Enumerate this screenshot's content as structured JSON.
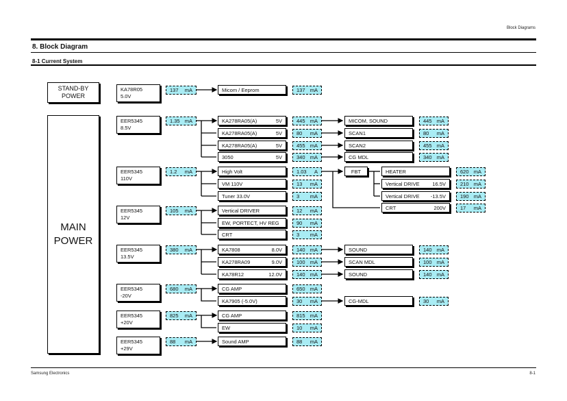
{
  "header": {
    "section": "Block Diagrams"
  },
  "title": "8. Block Diagram",
  "subtitle": "8-1  Current System",
  "footer": {
    "company": "Samsung Electronics",
    "page": "8-1"
  },
  "standby": {
    "line1": "STAND-BY",
    "line2": "POWER"
  },
  "main_power": {
    "line1": "MAIN",
    "line2": "POWER"
  },
  "sources": [
    {
      "name": "KA78R05",
      "volt": "5.0V",
      "current": {
        "v": "137",
        "u": "mA"
      }
    },
    {
      "name": "EER5345",
      "volt": "8.5V",
      "current": {
        "v": "1.35",
        "u": "mA"
      }
    },
    {
      "name": "EER5345",
      "volt": "110V",
      "current": {
        "v": "1.2",
        "u": "mA"
      }
    },
    {
      "name": "EER5345",
      "volt": "12V",
      "current": {
        "v": "105",
        "u": "mA"
      }
    },
    {
      "name": "EER5345",
      "volt": "13.5V",
      "current": {
        "v": "380",
        "u": "mA"
      }
    },
    {
      "name": "EER5345",
      "volt": "-20V",
      "current": {
        "v": "680",
        "u": "mA"
      }
    },
    {
      "name": "EER5345",
      "volt": "+20V",
      "current": {
        "v": "825",
        "u": "mA"
      }
    },
    {
      "name": "EER5345",
      "volt": "+29V",
      "current": {
        "v": "88",
        "u": "mA"
      }
    }
  ],
  "loads": [
    {
      "name": "Micom / Eeprom",
      "volt": "",
      "current": {
        "v": "137",
        "u": "mA"
      }
    },
    {
      "name": "KA278RA05(A)",
      "volt": "5V",
      "current": {
        "v": "445",
        "u": "mA"
      }
    },
    {
      "name": "KA278RA05(A)",
      "volt": "5V",
      "current": {
        "v": "80",
        "u": "mA"
      }
    },
    {
      "name": "KA278RA05(A)",
      "volt": "5V",
      "current": {
        "v": "455",
        "u": "mA"
      }
    },
    {
      "name": "3050",
      "volt": "5V",
      "current": {
        "v": "340",
        "u": "mA"
      }
    },
    {
      "name": "High Volt",
      "volt": "",
      "current": {
        "v": "1.03",
        "u": "A"
      }
    },
    {
      "name": "VM 110V",
      "volt": "",
      "current": {
        "v": "13",
        "u": "mA"
      }
    },
    {
      "name": "Tuner 33.0V",
      "volt": "",
      "current": {
        "v": "3",
        "u": "mA"
      }
    },
    {
      "name": "Vertical DRIVER",
      "volt": "",
      "current": {
        "v": "12",
        "u": "mA"
      }
    },
    {
      "name": "EW, PORTECT, HV REG",
      "volt": "",
      "current": {
        "v": "90",
        "u": "mA"
      }
    },
    {
      "name": "CRT",
      "volt": "",
      "current": {
        "v": "3",
        "u": "mA"
      }
    },
    {
      "name": "KA7808",
      "volt": "8.0V",
      "current": {
        "v": "140",
        "u": "mA"
      }
    },
    {
      "name": "KA278RA09",
      "volt": "9.0V",
      "current": {
        "v": "100",
        "u": "mA"
      }
    },
    {
      "name": "KA78R12",
      "volt": "12.0V",
      "current": {
        "v": "140",
        "u": "mA"
      }
    },
    {
      "name": "CG AMP",
      "volt": "",
      "current": {
        "v": "650",
        "u": "mA"
      }
    },
    {
      "name": "KA7905 (-5.0V)",
      "volt": "",
      "current": {
        "v": "30",
        "u": "mA"
      }
    },
    {
      "name": "CG AMP",
      "volt": "",
      "current": {
        "v": "815",
        "u": "mA"
      }
    },
    {
      "name": "EW",
      "volt": "",
      "current": {
        "v": "10",
        "u": "mA"
      }
    },
    {
      "name": "Sound AMP",
      "volt": "",
      "current": {
        "v": "88",
        "u": "mA"
      }
    }
  ],
  "outputs": [
    {
      "name": "MICOM, SOUND",
      "current": {
        "v": "445",
        "u": "mA"
      }
    },
    {
      "name": "SCAN1",
      "current": {
        "v": "80",
        "u": "mA"
      }
    },
    {
      "name": "SCAN2",
      "current": {
        "v": "455",
        "u": "mA"
      }
    },
    {
      "name": "CG MDL",
      "current": {
        "v": "340",
        "u": "mA"
      }
    },
    {
      "name": "SOUND",
      "current": {
        "v": "140",
        "u": "mA"
      }
    },
    {
      "name": "SCAN MDL",
      "current": {
        "v": "100",
        "u": "mA"
      }
    },
    {
      "name": "SOUND",
      "current": {
        "v": "140",
        "u": "mA"
      }
    },
    {
      "name": "CG-MDL",
      "current": {
        "v": "30",
        "u": "mA"
      }
    }
  ],
  "fbt": {
    "label": "FBT"
  },
  "fbt_outputs": [
    {
      "name": "HEATER",
      "volt": "",
      "current": {
        "v": "620",
        "u": "mA"
      }
    },
    {
      "name": "Vertical DRIVE",
      "volt": "16.5V",
      "current": {
        "v": "210",
        "u": "mA"
      }
    },
    {
      "name": "Vertical DRIVE",
      "volt": "-13.5V",
      "current": {
        "v": "190",
        "u": "mA"
      }
    },
    {
      "name": "CRT",
      "volt": "200V",
      "current": {
        "v": "17",
        "u": "mA"
      }
    }
  ]
}
